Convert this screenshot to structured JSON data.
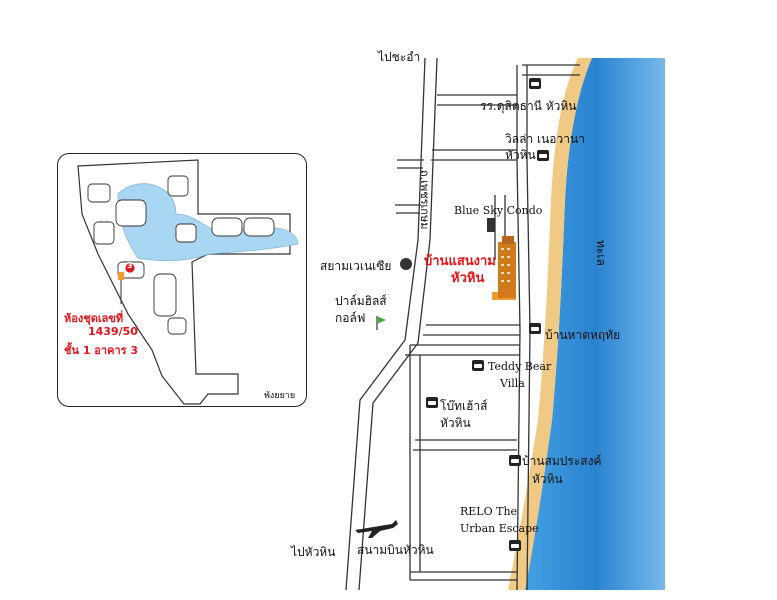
{
  "labels": {
    "to_cha_am": "ไปชะอำ",
    "dusit_thani": "รร.ดุสิตธานี หัวหิน",
    "villa_nirvana_1": "วิลล่า เนอวานา",
    "villa_nirvana_2": "หัวหิน",
    "blue_sky": "Blue Sky Condo",
    "baan_saensuk_1": "บ้านแสนงาม",
    "baan_saensuk_2": "หัวหิน",
    "siam_venice": "สยามเวเนเซีย",
    "palm_hills_1": "ปาล์มฮิลส์",
    "palm_hills_2": "กอล์ฟ",
    "baan_haad": "บ้านหาดหฤทัย",
    "teddy_1": "Teddy Bear",
    "teddy_2": "Villa",
    "boathouse_1": "โบ๊ทเฮ้าส์",
    "boathouse_2": "หัวหิน",
    "baan_som_1": "บ้านสมประสงค์",
    "baan_som_2": "หัวหิน",
    "relo_1": "RELO The",
    "relo_2": "Urban Escape",
    "to_hua_hin": "ไปหัวหิน",
    "airport": "สนามบินหัวหิน",
    "road": "ถ.เพชรเกษม",
    "sea": "ทะเล"
  },
  "inset": {
    "unit_line1": "ห้องชุดเลขที่",
    "unit_line2": "1439/50",
    "unit_line3": "ชั้น 1 อาคาร 3",
    "corner_label": "พังยยาย",
    "marker": "3"
  },
  "colors": {
    "road": "#ffffff",
    "road_edge": "#333333",
    "sea": "#1f7fd0",
    "beach": "#f0c984",
    "highlight": "#e3141b",
    "tower": "#f39a2e"
  }
}
